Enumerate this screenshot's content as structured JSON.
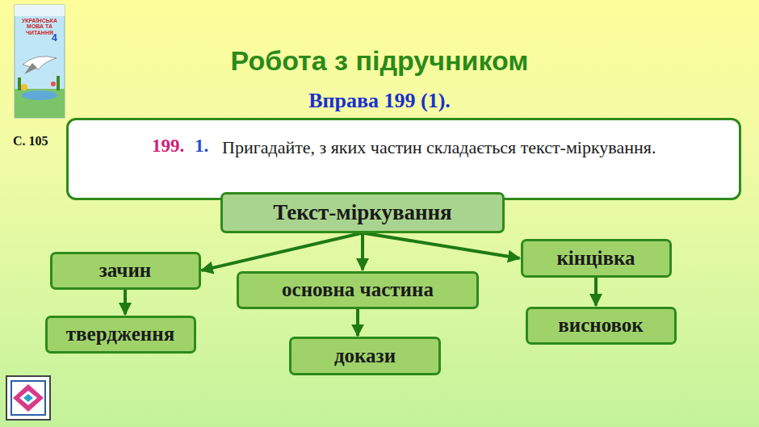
{
  "diagram": {
    "title": "Робота з підручником",
    "nodes": [
      {
        "text": [
          "199.",
          "1.",
          "Пригадайте, з яких частин складається текст-міркування."
        ]
      },
      {
        "text": [
          "Текст-міркування"
        ]
      },
      {
        "text": [
          "зачин"
        ]
      },
      {
        "text": [
          "основна частина"
        ]
      },
      {
        "text": [
          "кінцівка"
        ]
      },
      {
        "text": [
          "твердження"
        ]
      },
      {
        "text": [
          "докази"
        ]
      },
      {
        "text": [
          "висновок"
        ]
      }
    ],
    "edges": [
      {
        "from": 1,
        "to": 2,
        "arrow": "to"
      },
      {
        "from": 1,
        "to": 3,
        "arrow": "to"
      },
      {
        "from": 1,
        "to": 4,
        "arrow": "to"
      },
      {
        "from": 2,
        "to": 5,
        "arrow": "to"
      },
      {
        "from": 3,
        "to": 6,
        "arrow": "to"
      },
      {
        "from": 4,
        "to": 7,
        "arrow": "to"
      }
    ],
    "labels": [
      "Вправа 199 (1).",
      "С. 105",
      "УКРАЇНСЬКА МОВА ТА ЧИТАННЯ",
      "4"
    ]
  }
}
